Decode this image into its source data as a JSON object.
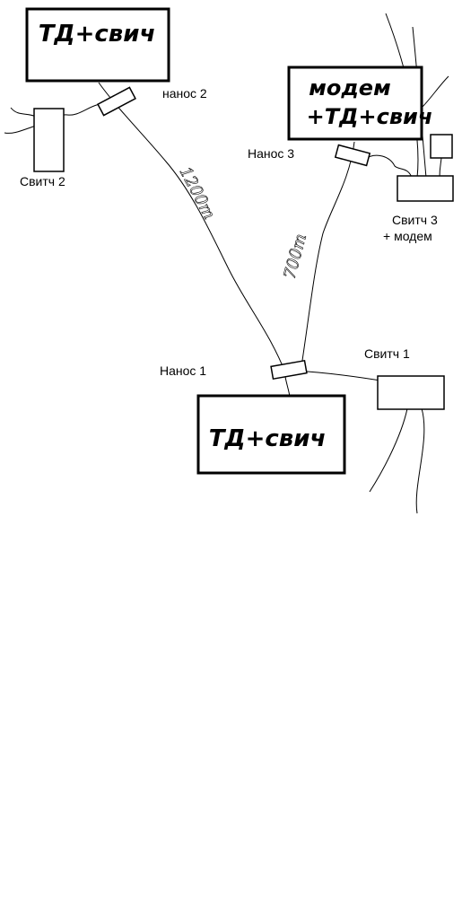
{
  "boxes": {
    "box_top_left": "ТД+свич",
    "box_modem_line1": "модем",
    "box_modem_line2": "+ТД+свич",
    "box_bottom": "ТД+свич"
  },
  "labels": {
    "nanos2": "нанос 2",
    "nanos3": "Нанос 3",
    "nanos1": "Нанос 1",
    "switch2": "Свитч 2",
    "switch3_line1": "Свитч 3",
    "switch3_line2": "+ модем",
    "switch1": "Свитч 1"
  },
  "distances": {
    "left_link": "1200m",
    "right_link": "700m"
  }
}
